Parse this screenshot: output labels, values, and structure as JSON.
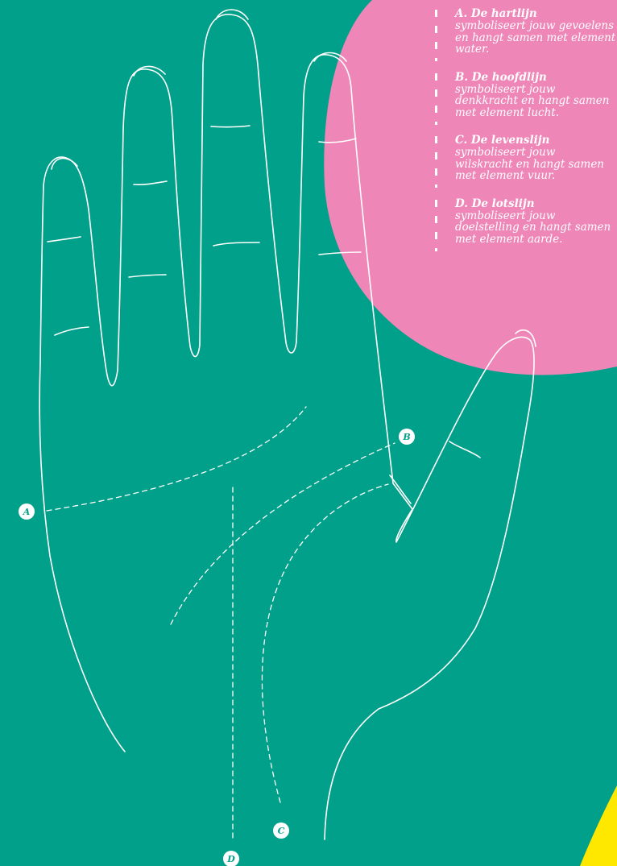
{
  "colors": {
    "background": "#00a08a",
    "blob": "#ee86b7",
    "corner": "#ffe800",
    "line": "#ffffff",
    "marker_text": "#00a08a"
  },
  "legend": [
    {
      "title": "A. De hartlijn",
      "text": "symboliseert jouw gevoelens en hangt samen met element water."
    },
    {
      "title": "B. De hoofdlijn",
      "text": "symboliseert jouw denkkracht en hangt samen met element lucht."
    },
    {
      "title": "C. De levenslijn",
      "text": "symboliseert jouw wilskracht en hangt samen met element vuur."
    },
    {
      "title": "D. De lotslijn",
      "text": "symboliseert jouw doelstelling en hangt samen met element aarde."
    }
  ],
  "markers": {
    "a": "A",
    "b": "B",
    "c": "C",
    "d": "D"
  }
}
